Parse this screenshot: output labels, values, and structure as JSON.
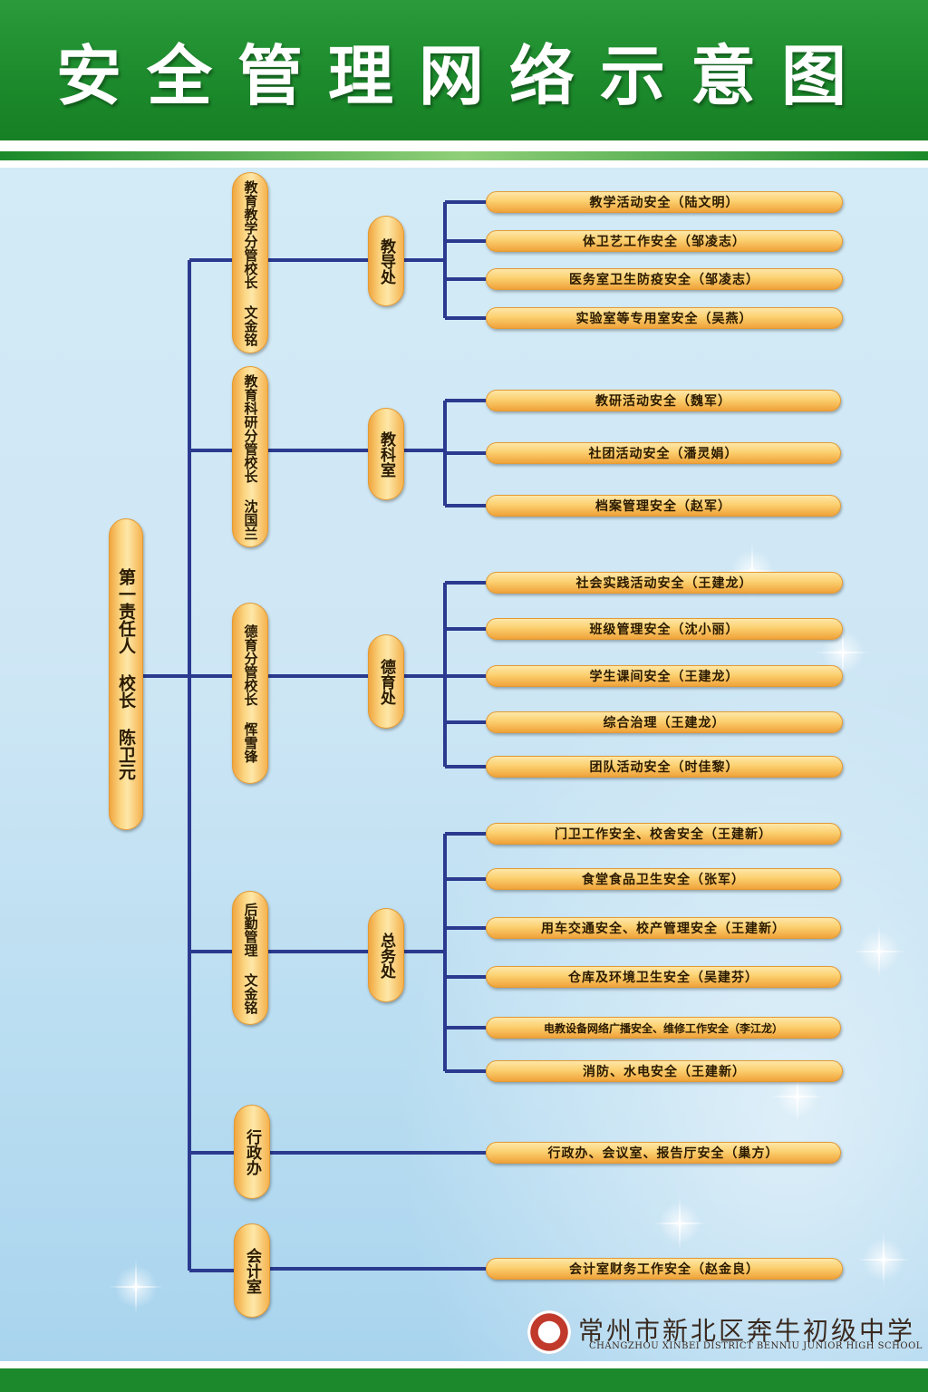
{
  "title": "安全管理网络示意图",
  "root": "第一责任人 校长 陈卫元",
  "leaders": [
    "教育教学分管校长 文金铭",
    "教育科研分管校长 沈国兰",
    "德育分管校长 恽雪锋",
    "后勤管理 文金铭",
    "行政办",
    "会计室"
  ],
  "departments": [
    "教导处",
    "教科室",
    "德育处",
    "总务处"
  ],
  "duties": [
    "教学活动安全（陆文明）",
    "体卫艺工作安全（邹凌志）",
    "医务室卫生防疫安全（邹凌志）",
    "实验室等专用室安全（吴燕）",
    "教研活动安全（魏军）",
    "社团活动安全（潘灵娟）",
    "档案管理安全（赵军）",
    "社会实践活动安全（王建龙）",
    "班级管理安全（沈小丽）",
    "学生课间安全（王建龙）",
    "综合治理（王建龙）",
    "团队活动安全（时佳黎）",
    "门卫工作安全、校舍安全（王建新）",
    "食堂食品卫生安全（张军）",
    "用车交通安全、校产管理安全（王建新）",
    "仓库及环境卫生安全（吴建芬）",
    "电教设备网络广播安全、维修工作安全（李江龙）",
    "消防、水电安全（王建新）",
    "行政办、会议室、报告厅安全（巢方）",
    "会计室财务工作安全（赵金良）"
  ],
  "school": {
    "name_cn": "常州市新北区奔牛初级中学",
    "name_en": "CHANGZHOU XINBEI DISTRICT BENNIU JUNIOR HIGH SCHOOL"
  },
  "colors": {
    "header": "#1c8a2c",
    "line": "#2b3a8f",
    "pill": "#f7c060"
  }
}
